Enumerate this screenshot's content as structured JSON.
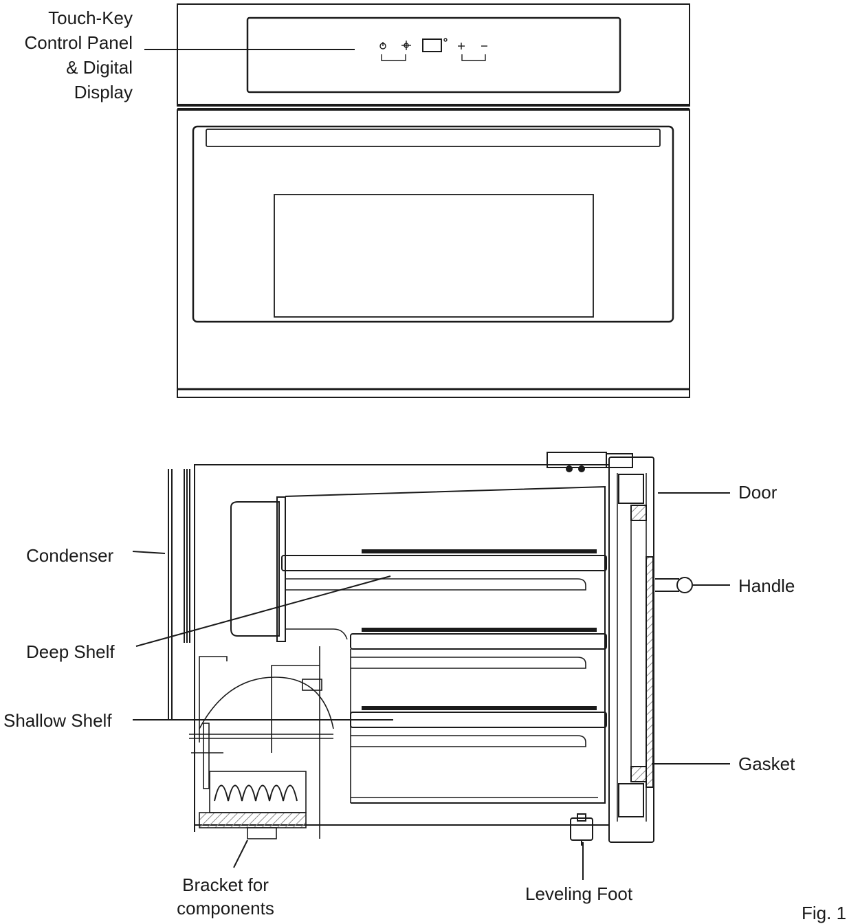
{
  "labels": {
    "control_panel": [
      "Touch-Key",
      "Control Panel",
      "& Digital",
      "Display"
    ],
    "condenser": "Condenser",
    "deep_shelf": "Deep Shelf",
    "shallow_shelf": "Shallow Shelf",
    "bracket": [
      "Bracket for",
      "components"
    ],
    "door": "Door",
    "handle": "Handle",
    "gasket": "Gasket",
    "leveling_foot": "Leveling Foot",
    "figure": "Fig. 1"
  },
  "colors": {
    "line": "#1a1a1a",
    "hatch": "#8a8a8a",
    "background": "#ffffff"
  }
}
